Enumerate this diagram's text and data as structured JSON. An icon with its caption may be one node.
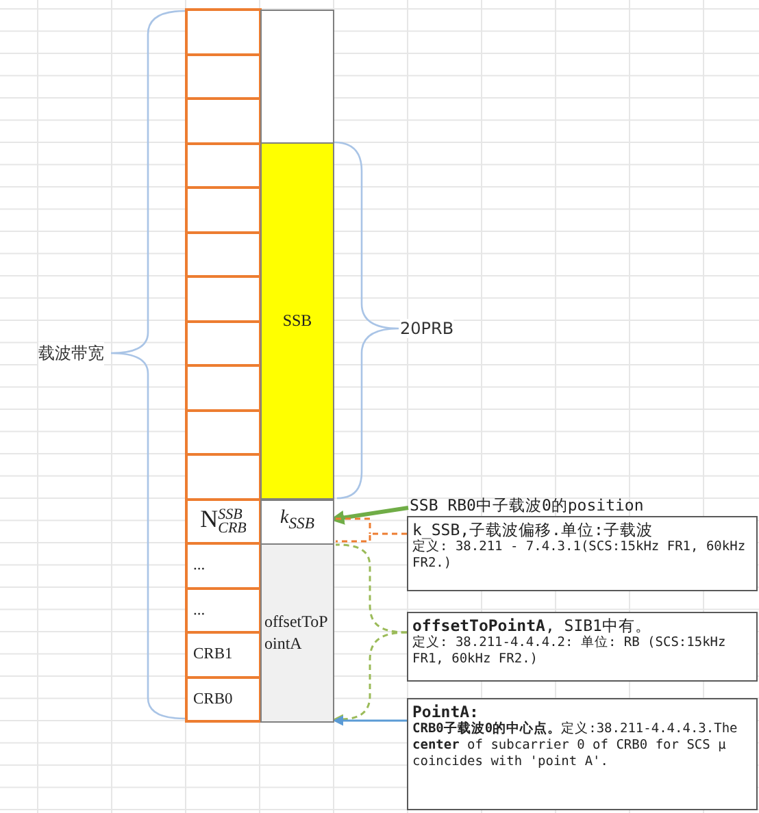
{
  "diagram": {
    "nodes": [
      {
        "text": [],
        "shape": "box"
      },
      {
        "text": [],
        "shape": "box"
      },
      {
        "text": [],
        "shape": "box"
      },
      {
        "text": [],
        "shape": "box"
      },
      {
        "text": [],
        "shape": "box"
      },
      {
        "text": [],
        "shape": "box"
      },
      {
        "text": [],
        "shape": "box"
      },
      {
        "text": [],
        "shape": "box"
      },
      {
        "text": [],
        "shape": "box"
      },
      {
        "text": [],
        "shape": "box"
      },
      {
        "text": [],
        "shape": "box"
      },
      {
        "text": [
          "N$^{SSB}$$_{CRB}$"
        ]
      },
      {
        "text": [
          "..."
        ]
      },
      {
        "text": [
          "..."
        ]
      },
      {
        "text": [
          "CRB1"
        ]
      },
      {
        "text": [
          "CRB0"
        ]
      },
      {
        "text": [],
        "shape": "box"
      },
      {
        "text": [
          "SSB"
        ]
      },
      {
        "text": [
          "k$_{SSB}$"
        ]
      },
      {
        "text": [
          "offsetToPointA"
        ]
      },
      {
        "text": [
          "SSB RB0中子载波0的position"
        ]
      },
      {
        "text": [
          "k_SSB,子载波偏移.单位:子载波",
          "定义: 38.211 - 7.4.3.1(SCS:15kHz FR1, 60kHz FR2.)"
        ]
      },
      {
        "text": [
          "**offsetToPointA**, SIB1中有。",
          "定义: 38.211-4.4.4.2: 单位: RB (SCS:15kHz FR1, 60kHz FR2.)"
        ]
      },
      {
        "text": [
          "PointA:",
          "**CRB0子载波0的中心点。**定义:38.211-4.4.4.3.The **center** of subcarrier 0 of CRB0 for SCS μ coincides with 'point A'."
        ]
      }
    ],
    "edges": [
      {
        "from": 20,
        "to": 18,
        "arrow": "to",
        "style": "thick",
        "color": "#70ad47"
      },
      {
        "from": 21,
        "to": 18,
        "arrow": "none",
        "style": "dashed",
        "color": "#ed7d31"
      },
      {
        "from": 22,
        "to": 19,
        "arrow": "to",
        "style": "dashed",
        "color": "#9bbb59"
      },
      {
        "from": 23,
        "to": 19,
        "arrow": "to",
        "color": "#5b9bd5"
      }
    ],
    "labels": [
      "载波带宽",
      "20PRB"
    ]
  }
}
